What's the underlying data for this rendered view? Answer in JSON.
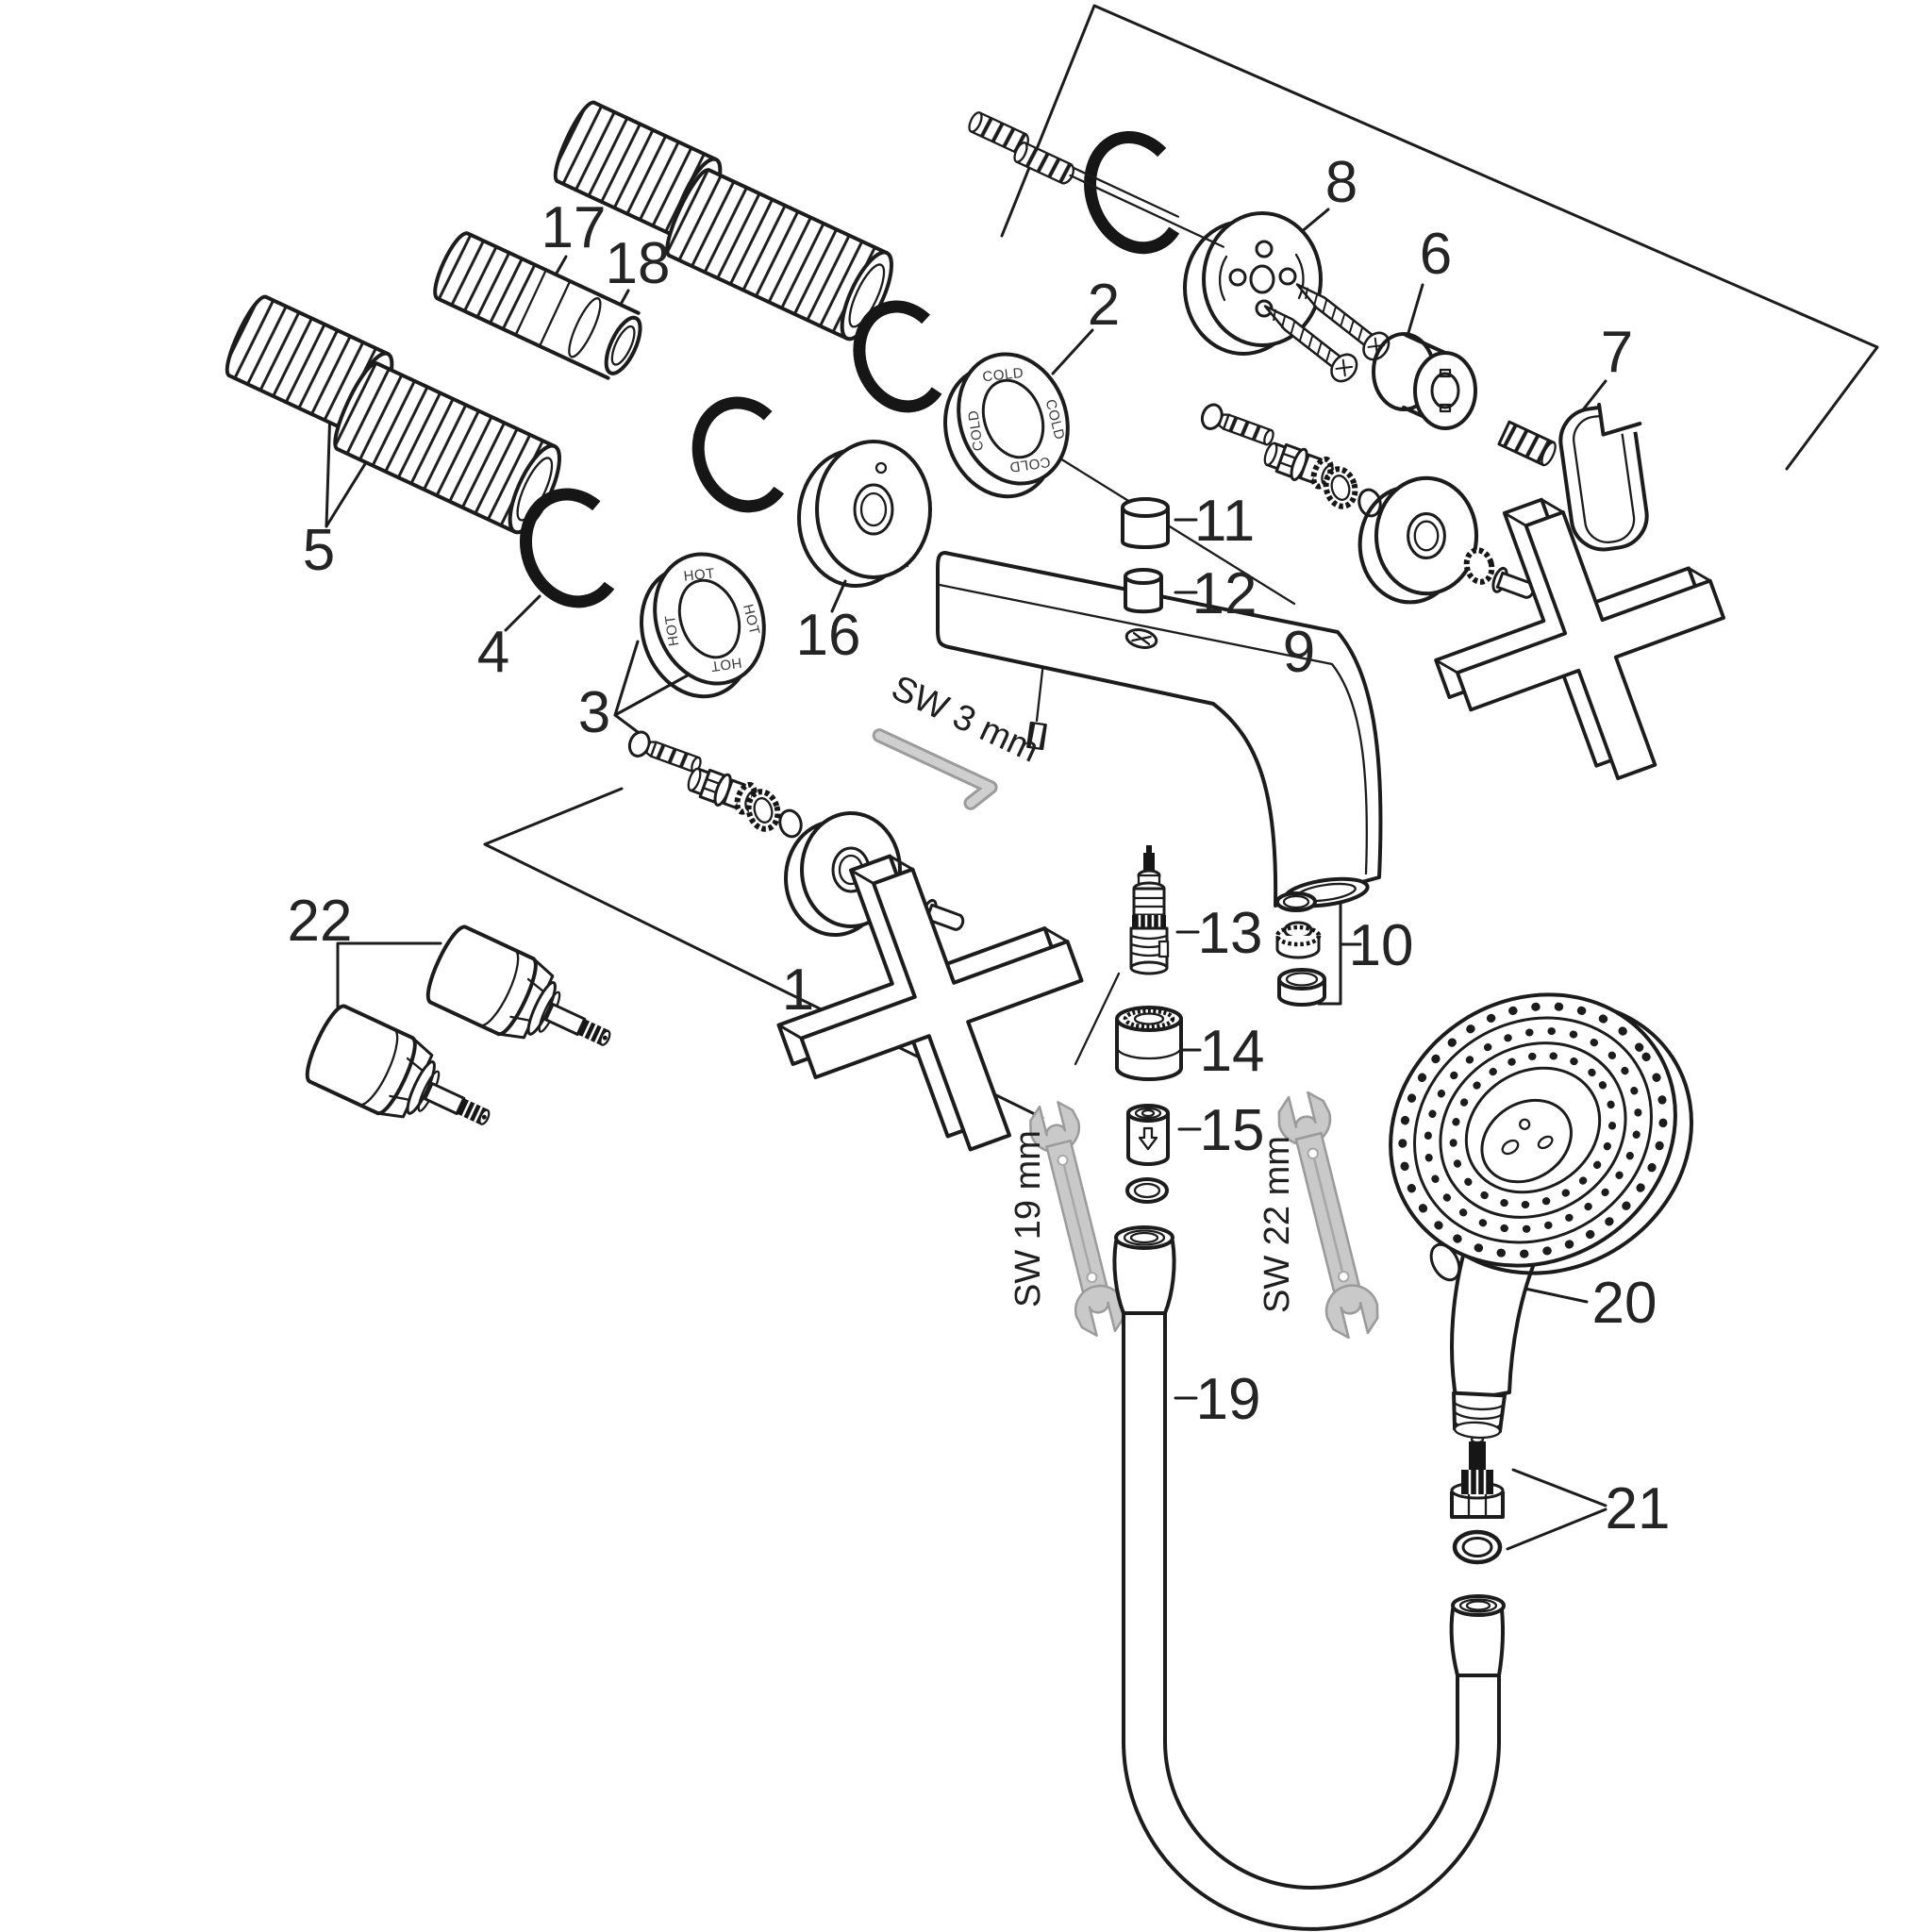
{
  "diagram": {
    "background": "#ffffff",
    "line_color": "#1c1c1c",
    "tool_color": "#c9c9c9",
    "parts": {
      "p1": "1",
      "p2": "2",
      "p3": "3",
      "p4": "4",
      "p5": "5",
      "p6": "6",
      "p7": "7",
      "p8": "8",
      "p9": "9",
      "p10": "10",
      "p11": "11",
      "p12": "12",
      "p13": "13",
      "p14": "14",
      "p15": "15",
      "p16": "16",
      "p17": "17",
      "p18": "18",
      "p19": "19",
      "p20": "20",
      "p21": "21",
      "p22": "22"
    },
    "tools": {
      "allen_key": "SW 3 mm",
      "wrench_small": "SW 19 mm",
      "wrench_large": "SW 22 mm"
    },
    "ring_markings": {
      "hot": "HOT",
      "cold": "COLD"
    }
  }
}
